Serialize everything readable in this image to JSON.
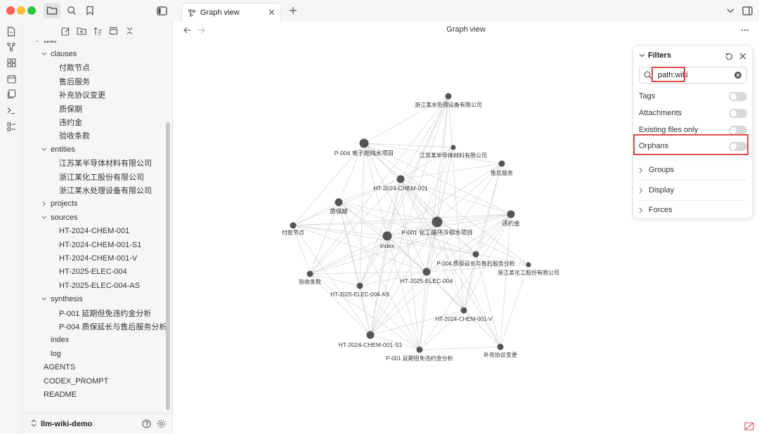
{
  "tab": {
    "title": "Graph view"
  },
  "view": {
    "title": "Graph view"
  },
  "tree": [
    {
      "label": "wiki",
      "indent": 0,
      "chevron": "open"
    },
    {
      "label": "clauses",
      "indent": 1,
      "chevron": "open"
    },
    {
      "label": "付款节点",
      "indent": 2,
      "chevron": ""
    },
    {
      "label": "售后服务",
      "indent": 2,
      "chevron": ""
    },
    {
      "label": "补充协议变更",
      "indent": 2,
      "chevron": ""
    },
    {
      "label": "质保期",
      "indent": 2,
      "chevron": ""
    },
    {
      "label": "违约金",
      "indent": 2,
      "chevron": ""
    },
    {
      "label": "验收条款",
      "indent": 2,
      "chevron": ""
    },
    {
      "label": "entities",
      "indent": 1,
      "chevron": "open"
    },
    {
      "label": "江苏某半导体材料有限公司",
      "indent": 2,
      "chevron": ""
    },
    {
      "label": "浙江某化工股份有限公司",
      "indent": 2,
      "chevron": ""
    },
    {
      "label": "浙江某水处理设备有限公司",
      "indent": 2,
      "chevron": ""
    },
    {
      "label": "projects",
      "indent": 1,
      "chevron": "closed"
    },
    {
      "label": "sources",
      "indent": 1,
      "chevron": "open"
    },
    {
      "label": "HT-2024-CHEM-001",
      "indent": 2,
      "chevron": ""
    },
    {
      "label": "HT-2024-CHEM-001-S1",
      "indent": 2,
      "chevron": ""
    },
    {
      "label": "HT-2024-CHEM-001-V",
      "indent": 2,
      "chevron": ""
    },
    {
      "label": "HT-2025-ELEC-004",
      "indent": 2,
      "chevron": ""
    },
    {
      "label": "HT-2025-ELEC-004-AS",
      "indent": 2,
      "chevron": ""
    },
    {
      "label": "synthesis",
      "indent": 1,
      "chevron": "open"
    },
    {
      "label": "P-001 延期但免违约金分析",
      "indent": 2,
      "chevron": ""
    },
    {
      "label": "P-004 质保延长与售后服务分析",
      "indent": 2,
      "chevron": ""
    },
    {
      "label": "index",
      "indent": 1,
      "chevron": ""
    },
    {
      "label": "log",
      "indent": 1,
      "chevron": ""
    },
    {
      "label": "AGENTS",
      "indent": 0,
      "chevron": ""
    },
    {
      "label": "CODEX_PROMPT",
      "indent": 0,
      "chevron": ""
    },
    {
      "label": "README",
      "indent": 0,
      "chevron": ""
    }
  ],
  "vault": {
    "name": "llm-wiki-demo"
  },
  "filters": {
    "title": "Filters",
    "search_value": "path:wiki",
    "toggles": [
      {
        "label": "Tags",
        "on": false
      },
      {
        "label": "Attachments",
        "on": false
      },
      {
        "label": "Existing files only",
        "on": false
      },
      {
        "label": "Orphans",
        "on": false
      }
    ],
    "sections": [
      "Groups",
      "Display",
      "Forces"
    ]
  },
  "graph": {
    "nodes": [
      {
        "label": "浙江某水处理设备有限公司",
        "size": "small"
      },
      {
        "label": "P-004 电子超纯水项目",
        "size": "large"
      },
      {
        "label": "江苏某半导体材料有限公司",
        "size": "tiny"
      },
      {
        "label": "售后服务",
        "size": "small"
      },
      {
        "label": "HT-2024-CHEM-001",
        "size": "medium"
      },
      {
        "label": "质保期",
        "size": "medium"
      },
      {
        "label": "违约金",
        "size": "medium"
      },
      {
        "label": "付款节点",
        "size": "small"
      },
      {
        "label": "P-001 化工循环冷却水项目",
        "size": "xlarge"
      },
      {
        "label": "index",
        "size": "large"
      },
      {
        "label": "P-004 质保延长与售后服务分析",
        "size": "small"
      },
      {
        "label": "浙江某化工股份有限公司",
        "size": "tiny"
      },
      {
        "label": "验收条款",
        "size": "small"
      },
      {
        "label": "HT-2025-ELEC-004",
        "size": "medium"
      },
      {
        "label": "HT-2025-ELEC-004-AS",
        "size": "small"
      },
      {
        "label": "HT-2024-CHEM-001-V",
        "size": "small"
      },
      {
        "label": "HT-2024-CHEM-001-S1",
        "size": "medium"
      },
      {
        "label": "P-001 延期但免违约金分析",
        "size": "small"
      },
      {
        "label": "补充协议变更",
        "size": "small"
      }
    ]
  },
  "colors": {
    "node": "#555555",
    "edge": "#d8d8d8",
    "highlight": "#e14b4b",
    "accent": "#7b6cd9"
  }
}
